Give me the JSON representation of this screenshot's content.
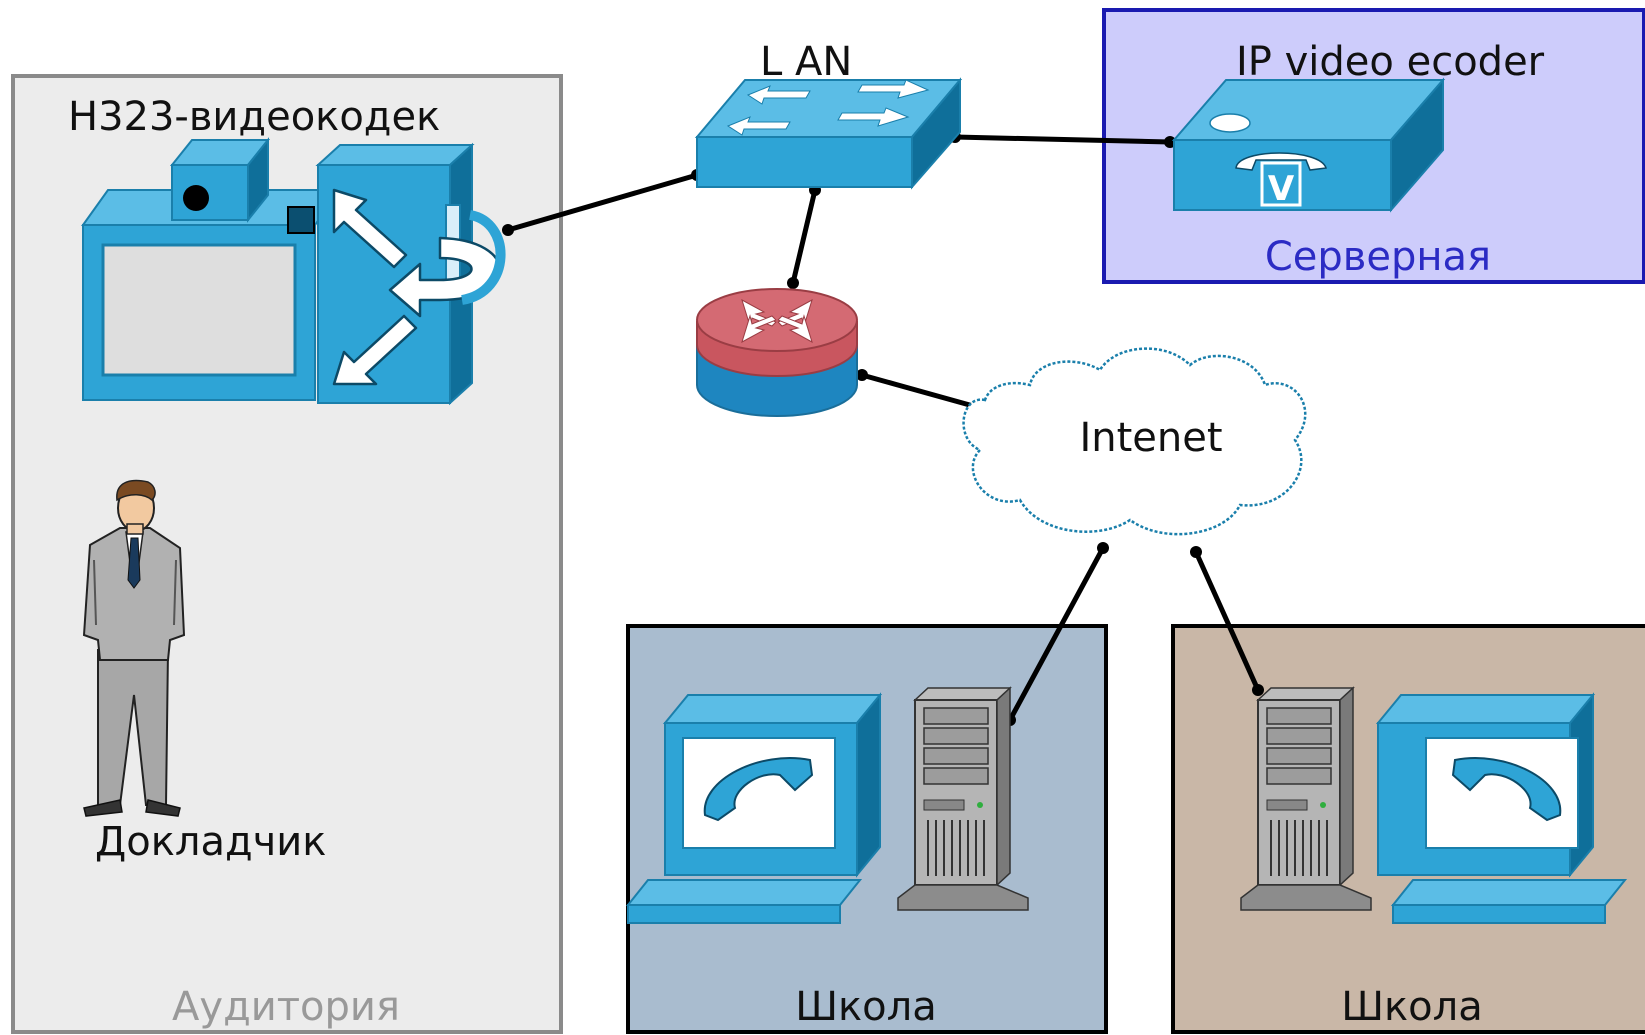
{
  "labels": {
    "codec": "H323-видеокодек",
    "speaker": "Докладчик",
    "lan": "L AN",
    "encoder": "IP video ecoder",
    "internet": "Intenet"
  },
  "zones": {
    "auditorium": "Аудитория",
    "server_room": "Серверная",
    "school_1": "Школа",
    "school_2": "Школа"
  },
  "colors": {
    "auditorium_fill": "#ececec",
    "auditorium_border": "#8a8a8a",
    "auditorium_label": "#999999",
    "server_fill": "#cdccfb",
    "server_border": "#1a1ab0",
    "server_label": "#2b2bc4",
    "school1_fill": "#a9bccf",
    "school2_fill": "#c9b7a7",
    "device_blue": "#2ea4d6",
    "device_dark": "#0f6f9a",
    "router_red": "#c9565f"
  },
  "icons": [
    "camera-codec-icon",
    "person-icon",
    "lan-switch-icon",
    "ip-phone-encoder-icon",
    "router-icon",
    "cloud-icon",
    "workstation-icon",
    "server-tower-icon"
  ]
}
